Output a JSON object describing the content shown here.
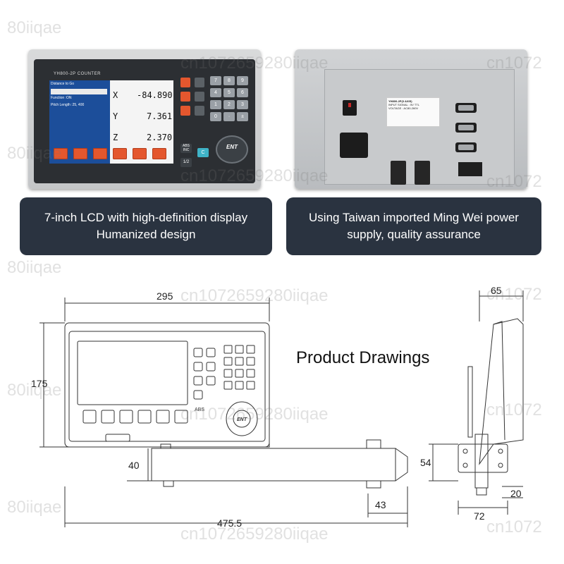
{
  "front": {
    "brand": "YH800-2P COUNTER",
    "menu": [
      "Distance to Go",
      "",
      "Function :ON",
      "Pitch Length :25, 400"
    ],
    "axes": [
      {
        "name": "X",
        "value": "-84.890"
      },
      {
        "name": "Y",
        "value": "7.361"
      },
      {
        "name": "Z",
        "value": "2.370"
      }
    ],
    "numpad": [
      "7",
      "8",
      "9",
      "4",
      "5",
      "6",
      "1",
      "2",
      "3",
      "0",
      "·",
      "±"
    ],
    "abs_inc": "ABS INC",
    "half": "1/2",
    "clear": "C",
    "enter": "ENT"
  },
  "back": {
    "sticker_title": "YH800-2P(3 AXIS)",
    "sticker_lines": [
      "INPUT SIGNAL : 5V TTL",
      "VOLTAGE : AC80-260V"
    ]
  },
  "captions": {
    "left": [
      "7-inch LCD with high-definition display",
      "Humanized design"
    ],
    "right": [
      "Using Taiwan imported Ming Wei power",
      "supply, quality assurance"
    ]
  },
  "drawing": {
    "title": "Product Drawings",
    "front_keys": [
      "ABS",
      "ENT"
    ],
    "dims": {
      "width": "295",
      "height": "175",
      "bracket_offset": "40",
      "total_width": "475.5",
      "arm_end": "43",
      "depth": "65",
      "mount_height": "54",
      "mount_width": "72",
      "mount_offset": "20"
    }
  },
  "watermark": "cn1072659280iiqae",
  "watermark_short": "80iiqae",
  "watermark_prefix": "cn1072"
}
